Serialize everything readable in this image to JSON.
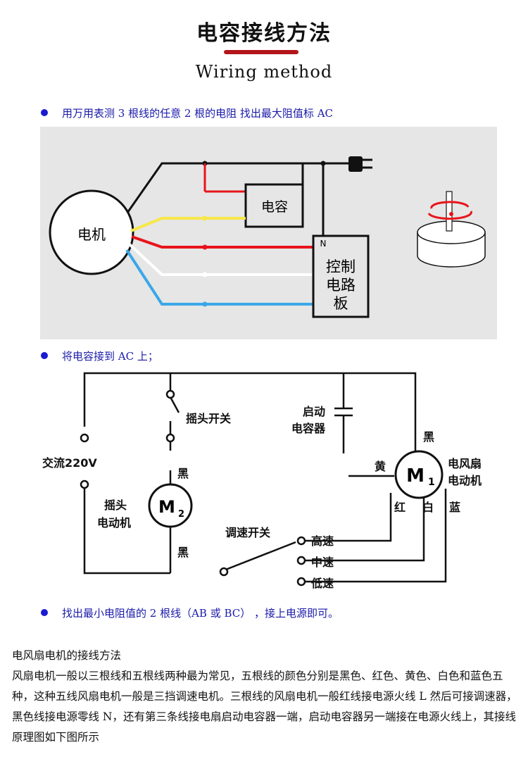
{
  "header": {
    "title": "电容接线方法",
    "subtitle": "Wiring method",
    "accent_color": "#b3151b"
  },
  "bullets": [
    "用万用表测 3 根线的任意 2 根的电阻  找出最大阻值标 AC",
    "将电容接到 AC 上；",
    "找出最小电阻值的 2 根线（AB 或 BC） ，接上电源即可。"
  ],
  "diagram1": {
    "motor_label": "电机",
    "capacitor_label": "电容",
    "board_label": [
      "控制",
      "电路",
      "板"
    ],
    "neutral_label": "N",
    "wire_colors": {
      "red": "#e8141b",
      "yellow": "#f6e84a",
      "white": "#ffffff",
      "blue": "#3aa7e8",
      "black": "#111111"
    },
    "fan_icon": "fan-motor-icon",
    "plug_icon": "power-plug-icon"
  },
  "diagram2": {
    "ac_label": "交流220V",
    "swing_switch_label": "摇头开关",
    "start_cap_label": [
      "启动",
      "电容器"
    ],
    "m1_label": "M",
    "m1_sub": "1",
    "m1_desc": [
      "电风扇",
      "电动机"
    ],
    "m2_label": "M",
    "m2_sub": "2",
    "m2_desc": [
      "摇头",
      "电动机"
    ],
    "black_top": "黑",
    "yellow": "黄",
    "red": "红",
    "white": "白",
    "blue": "蓝",
    "m2_black_top": "黑",
    "m2_black_bottom": "黑",
    "speed_switch_label": "调速开关",
    "speeds": [
      "高速",
      "中速",
      "低速"
    ]
  },
  "article": {
    "heading": "电风扇电机的接线方法",
    "body": "风扇电机一般以三根线和五根线两种最为常见，五根线的颜色分别是黑色、红色、黄色、白色和蓝色五种，这种五线风扇电机一般是三挡调速电机。三根线的风扇电机一般红线接电源火线 L 然后可接调速器，黑色线接电源零线 N，还有第三条线接电扇启动电容器一端，启动电容器另一端接在电源火线上，其接线原理图如下图所示"
  }
}
